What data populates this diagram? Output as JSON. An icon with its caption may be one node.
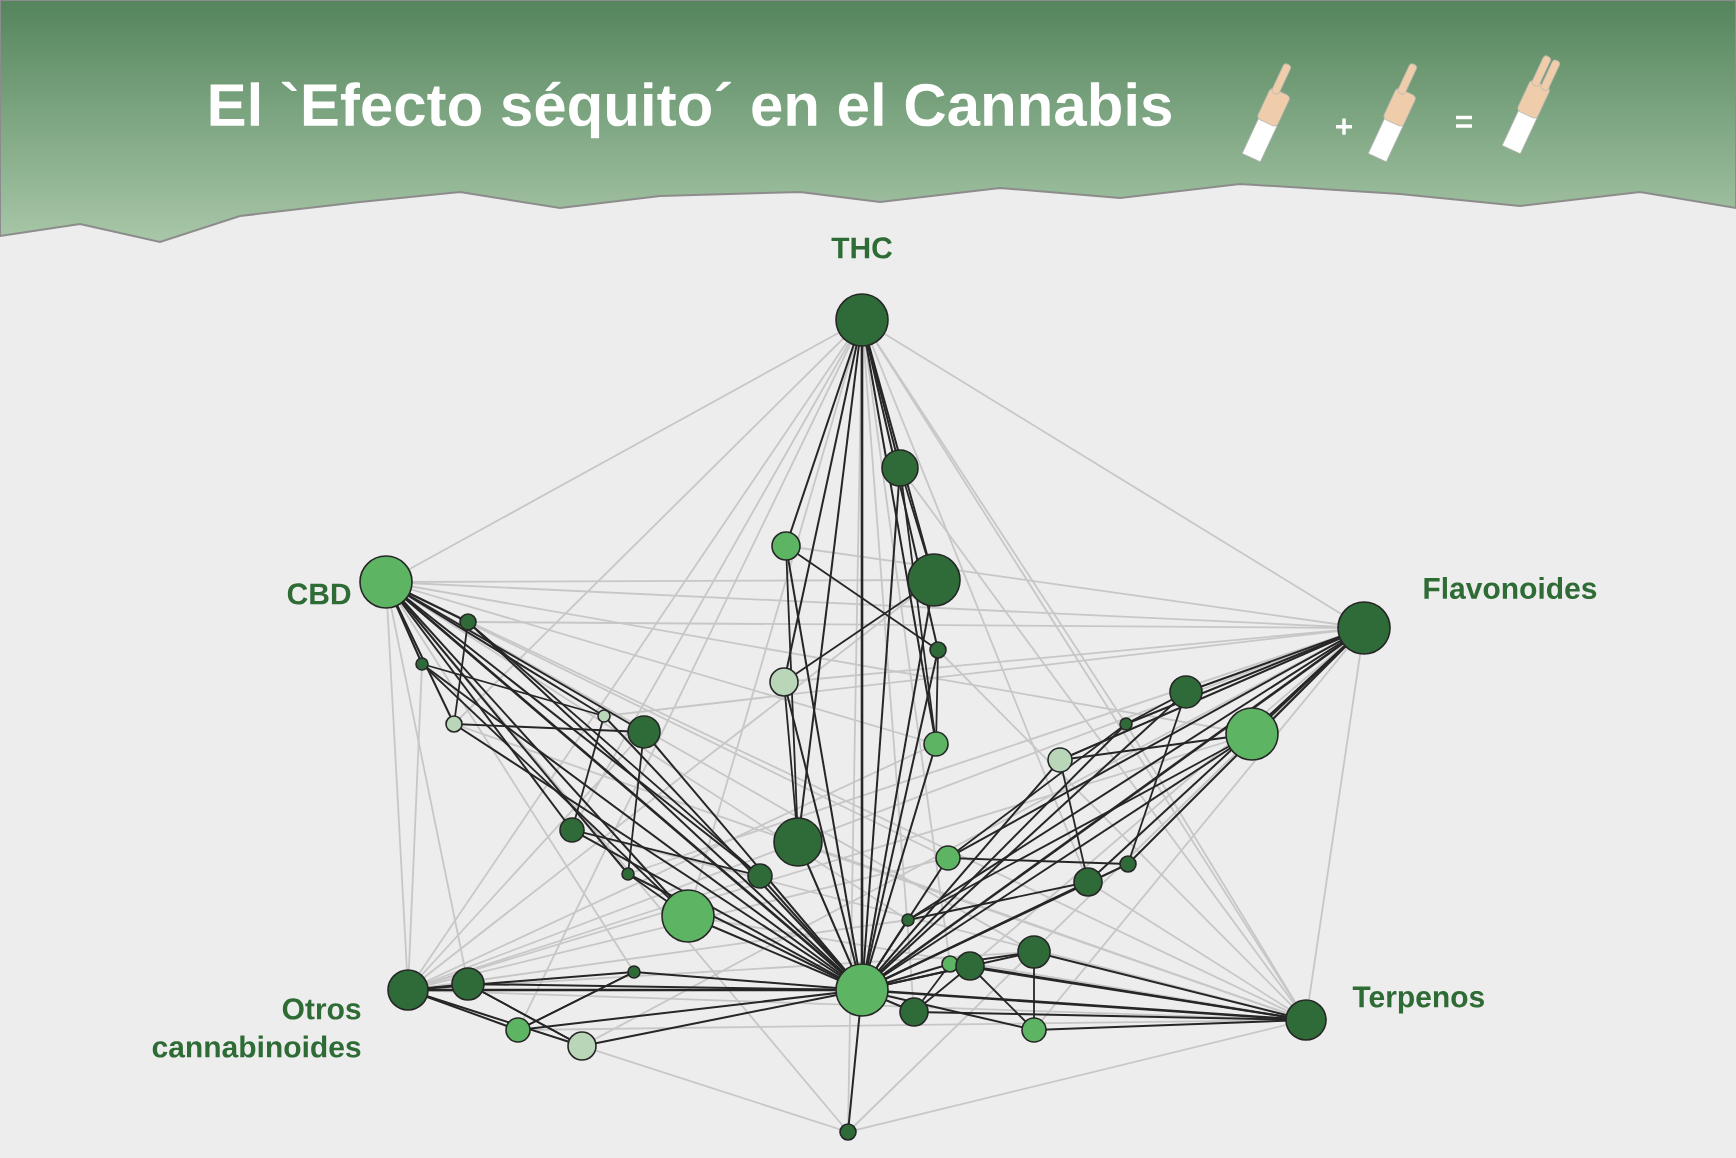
{
  "diagram": {
    "title": "El `Efecto séquito´ en el Cannabis",
    "labels": [
      "+",
      "=",
      "THC",
      "CBD",
      "Flavonoides",
      "Otros cannabinoides",
      "Terpenos"
    ]
  }
}
